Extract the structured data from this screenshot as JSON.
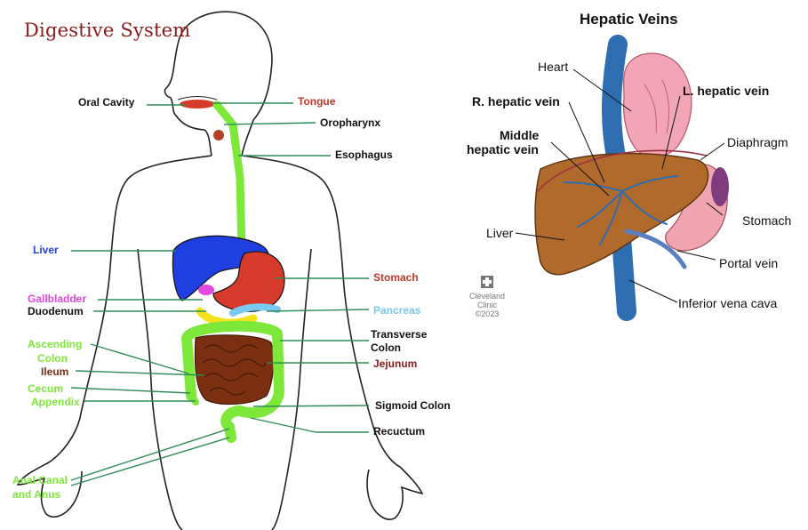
{
  "left_panel": {
    "title": "Digestive System",
    "labels": {
      "oral_cavity": "Oral Cavity",
      "tongue": "Tongue",
      "oropharynx": "Oropharynx",
      "esophagus": "Esophagus",
      "liver": "Liver",
      "stomach": "Stomach",
      "gallbladder": "Gallbladder",
      "duodenum": "Duodenum",
      "pancreas": "Pancreas",
      "ascending_colon_1": "Ascending",
      "ascending_colon_2": "Colon",
      "transverse_colon_1": "Transverse",
      "transverse_colon_2": "Colon",
      "ileum": "Ileum",
      "jejunum": "Jejunum",
      "cecum": "Cecum",
      "appendix": "Appendix",
      "sigmoid_colon": "Sigmoid Colon",
      "recuctum": "Recuctum",
      "anal_canal_1": "Anal Canal",
      "anal_canal_2": "and Anus"
    }
  },
  "right_panel": {
    "title": "Hepatic Veins",
    "labels": {
      "heart": "Heart",
      "r_hepatic_vein": "R. hepatic vein",
      "l_hepatic_vein": "L. hepatic vein",
      "middle_1": "Middle",
      "middle_2": "hepatic vein",
      "diaphragm": "Diaphragm",
      "stomach": "Stomach",
      "liver": "Liver",
      "portal_vein": "Portal vein",
      "inferior_vena_cava": "Inferior vena cava"
    },
    "credit": {
      "line1": "Cleveland",
      "line2": "Clinic",
      "line3": "©2023"
    }
  },
  "colors": {
    "title_left": "#8b1a1a",
    "esophagus": "#7ee83a",
    "liver": "#1f3fe0",
    "stomach": "#d63a2a",
    "gallbladder": "#e048e0",
    "pancreas": "#79c9f0",
    "duodenum": "#f5e21a",
    "colon": "#7ee83a",
    "small_intestine": "#7a3010",
    "leader": "#2e8b57",
    "vein_blue": "#2e6db0",
    "heart_pink": "#f2a6b5",
    "liver_brown": "#b06a2c"
  }
}
